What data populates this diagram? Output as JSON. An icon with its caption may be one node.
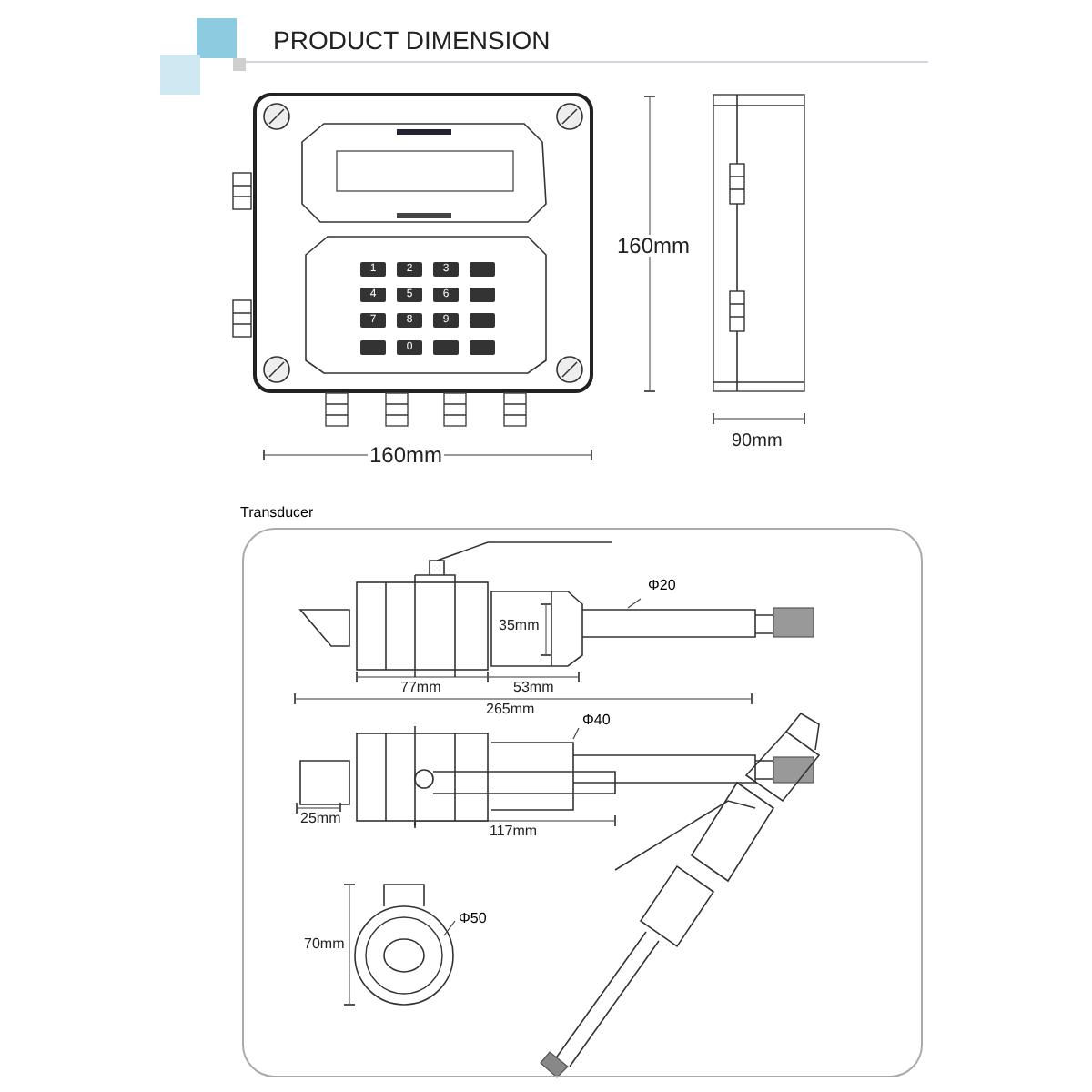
{
  "diagram": {
    "title": "PRODUCT DIMENSION",
    "nodes": [
      {
        "text": [
          "Transducer"
        ]
      },
      {
        "text": [
          "Φ20"
        ],
        "in": 0
      },
      {
        "text": [
          "Φ40"
        ],
        "in": 0
      },
      {
        "text": [
          "Φ50"
        ],
        "in": 0
      }
    ],
    "edges": [
      {
        "from": 1,
        "to": null,
        "arrow": "none"
      },
      {
        "from": 2,
        "to": null,
        "arrow": "none"
      },
      {
        "from": 3,
        "to": null,
        "arrow": "none"
      }
    ],
    "labels": [
      "1",
      "2",
      "3",
      "4",
      "5",
      "6",
      "7",
      "8",
      "9",
      "0",
      "160mm",
      "160mm",
      "90mm",
      "35mm",
      "77mm",
      "53mm",
      "265mm",
      "25mm",
      "117mm",
      "70mm"
    ]
  }
}
